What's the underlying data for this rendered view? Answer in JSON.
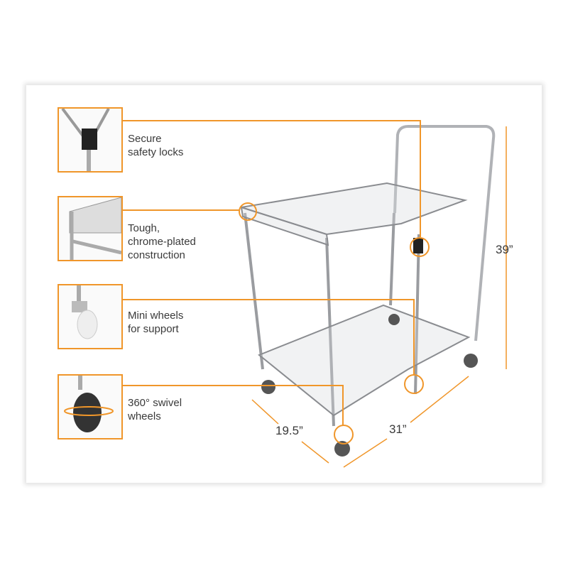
{
  "accent_color": "#f0962a",
  "features": [
    {
      "icon": "safety-lock-closeup",
      "line1": "Secure",
      "line2": "safety locks"
    },
    {
      "icon": "chrome-shelf-closeup",
      "line1": "Tough,",
      "line2": "chrome-plated",
      "line3": "construction"
    },
    {
      "icon": "mini-wheel-closeup",
      "line1": "Mini wheels",
      "line2": "for support"
    },
    {
      "icon": "swivel-wheel-closeup",
      "line1": "360° swivel",
      "line2": "wheels"
    }
  ],
  "dimensions": {
    "height": "39”",
    "depth": "19.5”",
    "width": "31”"
  }
}
